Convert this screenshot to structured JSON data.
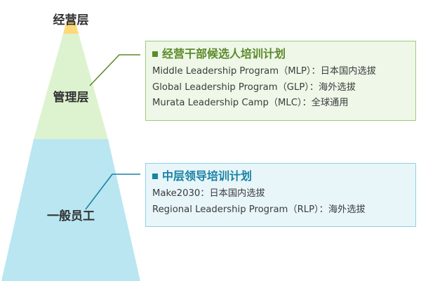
{
  "colors": {
    "apex": "#ffd978",
    "middle_tier": "#ddf3cf",
    "bottom_tier": "#b9e6f1",
    "green_accent": "#5c8a2a",
    "green_box_bg": "#eef7e8",
    "green_box_border": "#9ccb7a",
    "blue_accent": "#1a82a3",
    "blue_box_bg": "#e8f6fa",
    "blue_box_border": "#8fd1e4"
  },
  "tiers": {
    "top": "经营层",
    "middle": "管理层",
    "bottom": "一般员工"
  },
  "programs": [
    {
      "title": "经营干部候选人培训计划",
      "lines": [
        "Middle Leadership Program（MLP）：日本国内选拔",
        "Global Leadership Program（GLP）：海外选拔",
        "Murata Leadership Camp（MLC）：全球通用"
      ]
    },
    {
      "title": "中层领导培训计划",
      "lines": [
        "Make2030：日本国内选拔",
        "Regional Leadership Program（RLP）：海外选拔"
      ]
    }
  ]
}
